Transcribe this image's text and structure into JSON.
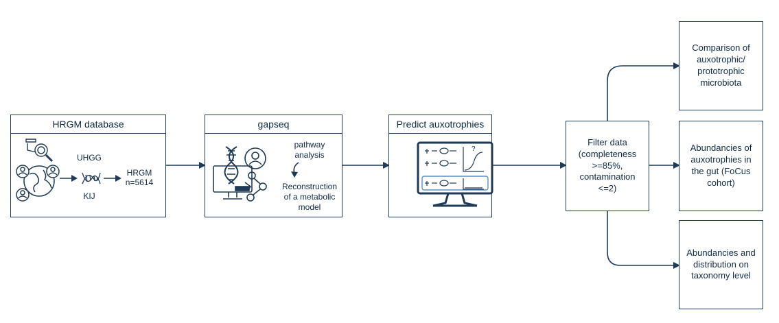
{
  "colors": {
    "stroke": "#1e3a56",
    "text": "#0f2b44",
    "accent": "#5b8fc7"
  },
  "step_hrgm": {
    "title": "HRGM database",
    "uhgg": "UHGG",
    "kij": "KIJ",
    "hrgm": "HRGM",
    "count": "n=5614",
    "icons": [
      "globe-people-icon",
      "folder-search-icon",
      "dna-icon"
    ]
  },
  "step_gapseq": {
    "title": "gapseq",
    "pathway_line1": "pathway",
    "pathway_line2": "analysis",
    "recon_line1": "Reconstruction",
    "recon_line2": "of a metabolic",
    "recon_line3": "model",
    "icons": [
      "computer-dna-icon",
      "person-circle-icon",
      "molecule-icon",
      "curved-arrow-icon"
    ]
  },
  "step_predict": {
    "title": "Predict auxotrophies",
    "question_mark": "?",
    "icons": [
      "monitor-growth-curve-icon"
    ]
  },
  "filter": {
    "text": "Filter data\n(completeness\n>=85%,\ncontamination\n<=2)"
  },
  "outputs": [
    {
      "text": "Comparison of\nauxotrophic/\nprototrophic\nmicrobiota"
    },
    {
      "text": "Abundancies  of\nauxotrophies in\nthe gut  (FoCus\ncohort)"
    },
    {
      "text": "Abundancies and\ndistribution on\ntaxonomy level"
    }
  ]
}
